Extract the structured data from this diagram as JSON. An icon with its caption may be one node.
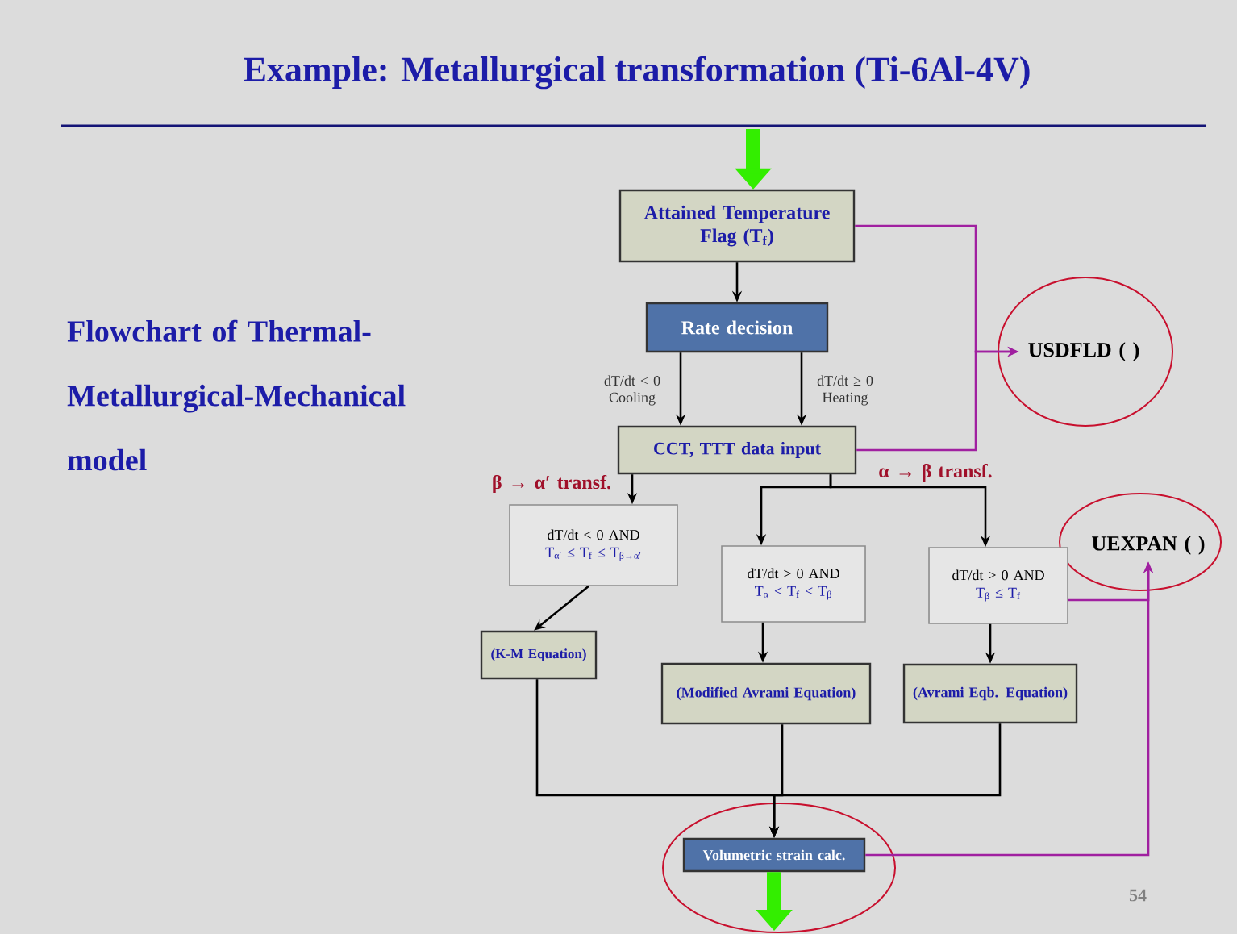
{
  "diagram": {
    "title": "Example: Metallurgical transformation (Ti-6Al-4V)",
    "nodes": [
      {
        "text": [
          "Attained Temperature Flag (T$_{f}$)"
        ]
      },
      {
        "text": [
          "Rate decision"
        ]
      },
      {
        "text": [
          "CCT, TTT data input"
        ]
      },
      {
        "text": [
          "USDFLD ( )"
        ]
      },
      {
        "text": [
          "dT/dt < 0 AND",
          "T$_{α′}$ ≤ T$_{f}$ ≤ T$_{β→α′}$"
        ]
      },
      {
        "text": [
          "dT/dt > 0 AND",
          "T$_{α}$ < T$_{f}$ < T$_{β}$"
        ]
      },
      {
        "text": [
          "dT/dt > 0 AND",
          "T$_{β}$ ≤ T$_{f}$"
        ]
      },
      {
        "text": [
          "UEXPAN ( )"
        ]
      },
      {
        "text": [
          "(K-M Equation)"
        ]
      },
      {
        "text": [
          "(Modified Avrami Equation)"
        ]
      },
      {
        "text": [
          "(Avrami Eqb. Equation)"
        ]
      },
      {
        "text": [
          "Volumetric strain calc."
        ]
      }
    ],
    "edges": [
      {
        "from": null,
        "to": 0,
        "arrow": "to",
        "style": "thick",
        "color": "#33ee00"
      },
      {
        "from": 0,
        "to": 1,
        "arrow": "to"
      },
      {
        "from": 1,
        "to": 2,
        "arrow": "to",
        "label": "dT/dt < 0 Cooling"
      },
      {
        "from": 1,
        "to": 2,
        "arrow": "to",
        "label": "dT/dt ≥ 0 Heating"
      },
      {
        "from": 0,
        "to": 3,
        "arrow": "to",
        "color": "#a020a0"
      },
      {
        "from": 2,
        "to": 3,
        "arrow": "to",
        "color": "#a020a0"
      },
      {
        "from": 2,
        "to": 4,
        "arrow": "to",
        "label": "β → α′ transf."
      },
      {
        "from": 2,
        "to": 5,
        "arrow": "to"
      },
      {
        "from": 2,
        "to": 6,
        "arrow": "to",
        "label": "α → β transf."
      },
      {
        "from": 4,
        "to": 8,
        "arrow": "to"
      },
      {
        "from": 5,
        "to": 9,
        "arrow": "to"
      },
      {
        "from": 6,
        "to": 10,
        "arrow": "to"
      },
      {
        "from": 8,
        "to": 11,
        "arrow": "to"
      },
      {
        "from": 9,
        "to": 11,
        "arrow": "to"
      },
      {
        "from": 10,
        "to": 11,
        "arrow": "to"
      },
      {
        "from": 11,
        "to": 7,
        "arrow": "to",
        "color": "#a020a0"
      },
      {
        "from": 6,
        "to": 7,
        "arrow": "to",
        "color": "#a020a0"
      },
      {
        "from": 11,
        "to": null,
        "arrow": "to",
        "style": "thick",
        "color": "#33ee00"
      }
    ],
    "labels": [
      "Flowchart of Thermal-Metallurgical-Mechanical model",
      "54"
    ]
  }
}
